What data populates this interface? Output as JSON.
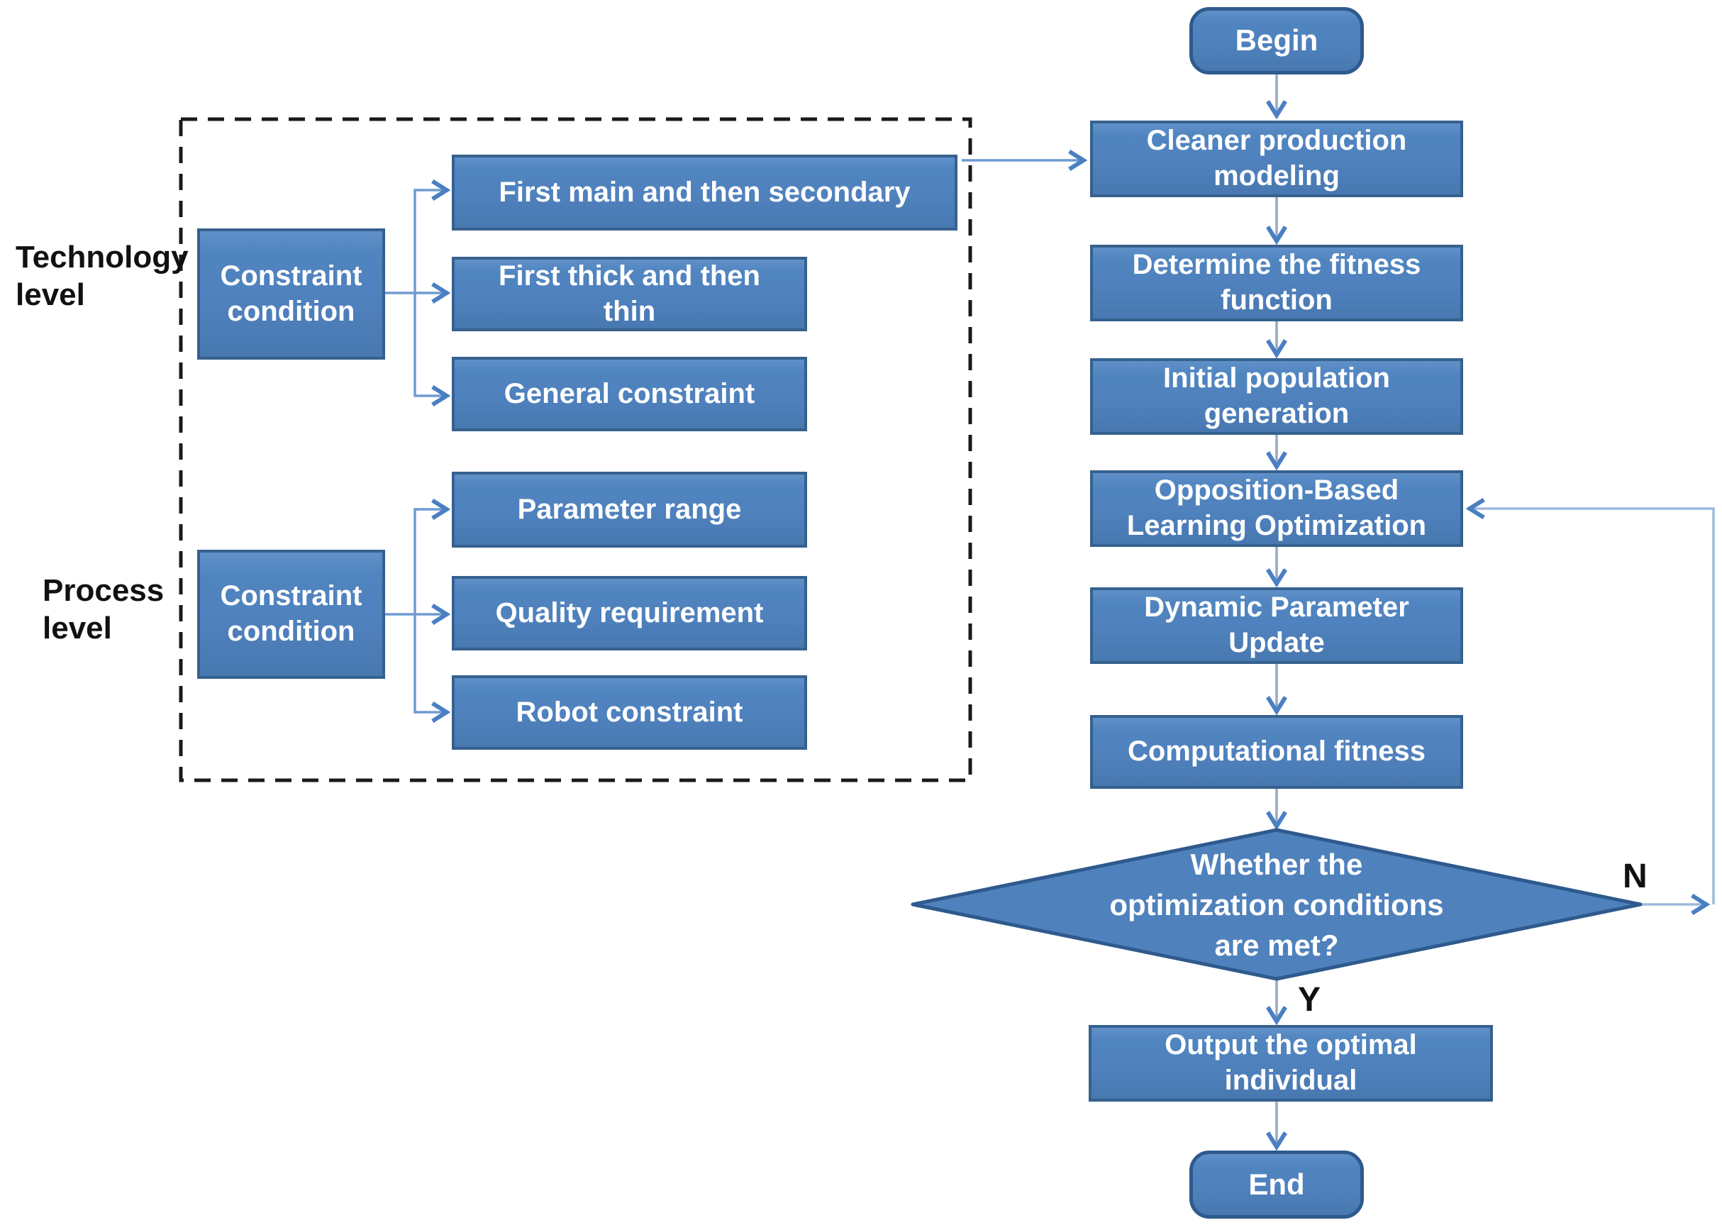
{
  "left_panel": {
    "technology": {
      "label": "Technology level",
      "constraint_label": "Constraint condition",
      "items": [
        "First main and then secondary",
        "First thick and then thin",
        "General constraint"
      ]
    },
    "process": {
      "label": "Process level",
      "constraint_label": "Constraint condition",
      "items": [
        "Parameter range",
        "Quality requirement",
        "Robot constraint"
      ]
    }
  },
  "flowchart": {
    "nodes": {
      "begin": "Begin",
      "cleaner_production": "Cleaner production modeling",
      "fitness_function": "Determine the fitness function",
      "initial_population": "Initial population generation",
      "opposition_learning": "Opposition-Based Learning Optimization",
      "dynamic_parameter": "Dynamic Parameter Update",
      "computational_fitness": "Computational fitness",
      "decision_lines": [
        "Whether the",
        "optimization conditions",
        "are met?"
      ],
      "output": "Output the optimal individual",
      "end": "End"
    },
    "branch_labels": {
      "no": "N",
      "yes": "Y"
    }
  },
  "colors": {
    "node_fill": "#4f81bd",
    "node_border": "#36618e",
    "terminator_border": "#2e5a8d",
    "column_arrow_line": "#96a9c6",
    "branch_arrow_line": "#6f9bd2",
    "loop_line": "#9fbadd",
    "arrowhead": "#4a7fc3",
    "dashed_border": "#1a1a1a",
    "label_text": "#111111",
    "node_text": "#ffffff"
  }
}
